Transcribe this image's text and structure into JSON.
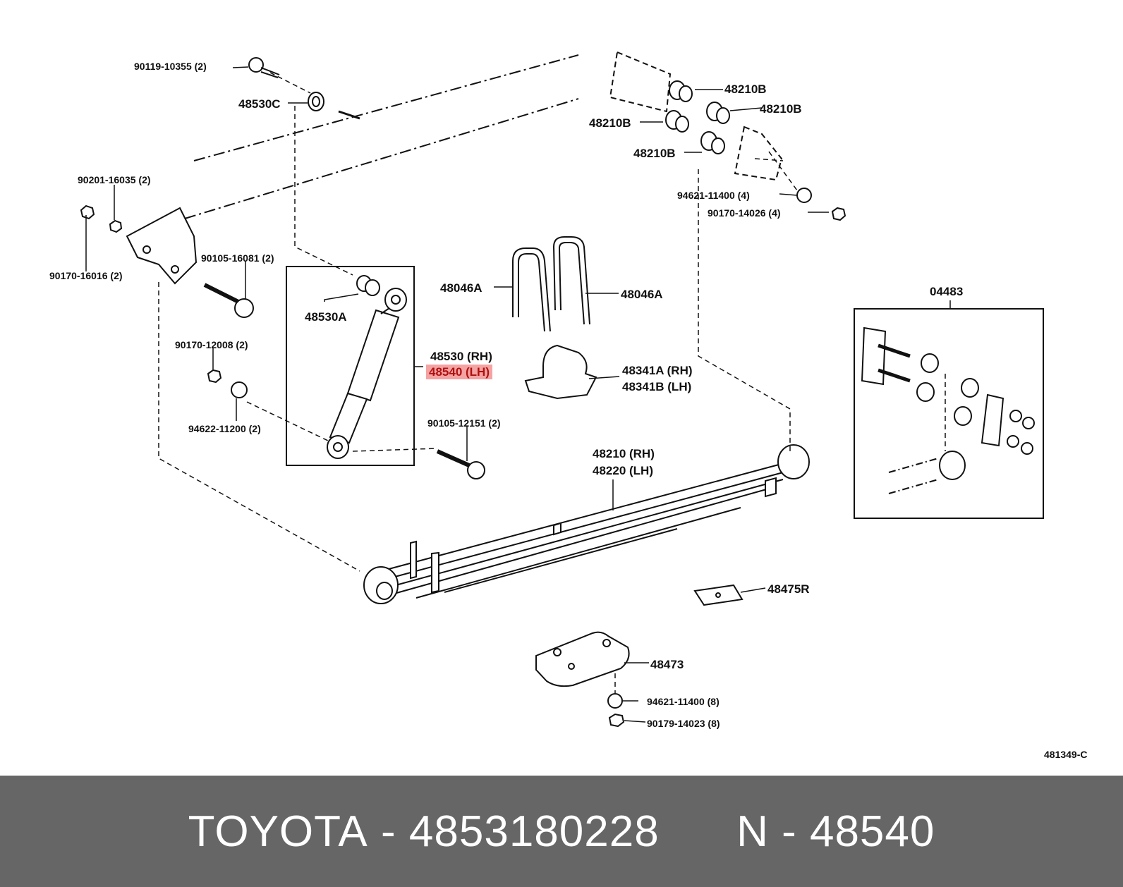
{
  "labels": {
    "bolt_90119": "90119-10355 (2)",
    "nut_48530c": "48530C",
    "nut_90201": "90201-16035 (2)",
    "nut_90170_16016": "90170-16016 (2)",
    "bolt_90105_16081": "90105-16081 (2)",
    "bushing_48530a": "48530A",
    "nut_90170_12008": "90170-12008 (2)",
    "washer_94622": "94622-11200 (2)",
    "shock_rh": "48530 (RH)",
    "shock_lh": "48540 (LH)",
    "bolt_90105_12151": "90105-12151 (2)",
    "ubolt_left": "48046A",
    "ubolt_right": "48046A",
    "bumper_a": "48341A (RH)",
    "bumper_b": "48341B (LH)",
    "spring_rh": "48210 (RH)",
    "spring_lh": "48220 (LH)",
    "bush_1": "48210B",
    "bush_2": "48210B",
    "bush_3": "48210B",
    "bush_4": "48210B",
    "washer_94621_top": "94621-11400 (4)",
    "nut_90170_14026": "90170-14026 (4)",
    "kit_04483": "04483",
    "plate_48475r": "48475R",
    "seat_48473": "48473",
    "washer_94621_bottom": "94621-11400 (8)",
    "nut_90179": "90179-14023 (8)",
    "diagram_code": "481349-C"
  },
  "highlight_color": "#f4a3a3",
  "footer": {
    "brand": "TOYOTA",
    "separator": " - ",
    "part_number": "4853180228",
    "n_label": "N",
    "n_value": "48540",
    "background": "#666666"
  }
}
